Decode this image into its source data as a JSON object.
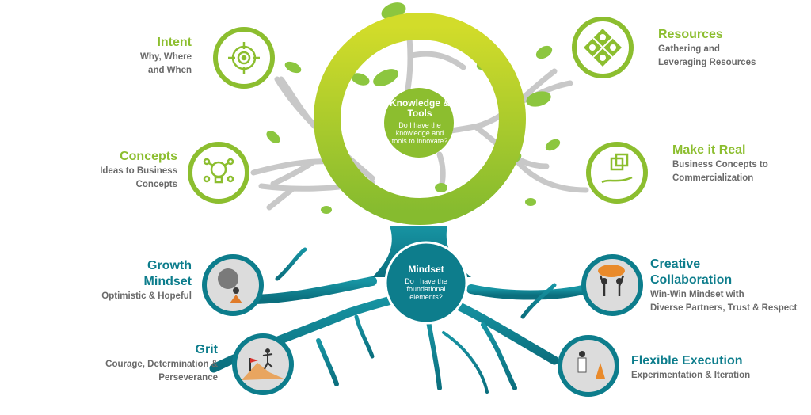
{
  "colors": {
    "green": "#8cbe2f",
    "teal": "#0d7d8c",
    "gray_text": "#6a6a6a",
    "branch": "#c8c8c8"
  },
  "hubs": {
    "knowledge": {
      "title": "Knowledge & Tools",
      "subtitle": "Do I have the knowledge and tools to innovate?"
    },
    "mindset": {
      "title": "Mindset",
      "subtitle": "Do I have the foundational elements?"
    }
  },
  "nodes": {
    "intent": {
      "title": "Intent",
      "subtitle_lines": [
        "Why, Where",
        "and When"
      ],
      "icon": "target-icon"
    },
    "concepts": {
      "title": "Concepts",
      "subtitle_lines": [
        "Ideas to Business",
        "Concepts"
      ],
      "icon": "lightbulb-icon"
    },
    "resources": {
      "title": "Resources",
      "subtitle_lines": [
        "Gathering and",
        "Leveraging Resources"
      ],
      "icon": "resources-diamond-icon"
    },
    "make_it_real": {
      "title": "Make it Real",
      "subtitle_lines": [
        "Business Concepts to",
        "Commercialization"
      ],
      "icon": "cube-hand-icon"
    },
    "growth_mindset": {
      "title_lines": [
        "Growth",
        "Mindset"
      ],
      "subtitle": "Optimistic & Hopeful",
      "icon": "rock-person-icon"
    },
    "grit": {
      "title": "Grit",
      "subtitle_lines": [
        "Courage, Determination &",
        "Perseverance"
      ],
      "icon": "climber-icon"
    },
    "creative_collaboration": {
      "title_lines": [
        "Creative",
        "Collaboration"
      ],
      "subtitle_lines": [
        "Win-Win Mindset with",
        "Diverse Partners, Trust & Respect"
      ],
      "icon": "people-cloud-icon"
    },
    "flexible_execution": {
      "title": "Flexible Execution",
      "subtitle": "Experimentation & Iteration",
      "icon": "scientist-icon"
    }
  }
}
